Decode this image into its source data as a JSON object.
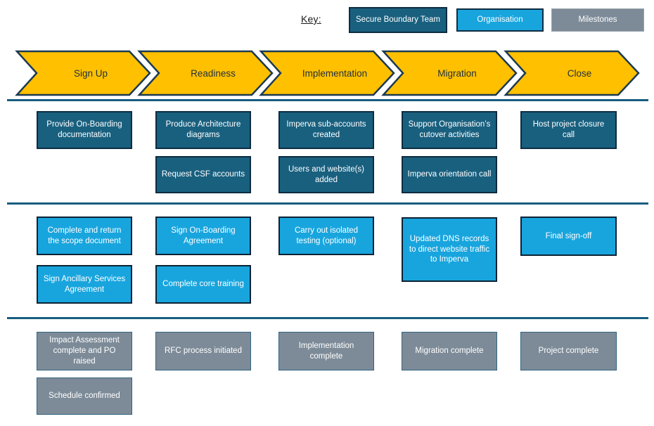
{
  "key": {
    "label": "Key:",
    "items": [
      {
        "label": "Secure Boundary Team",
        "fill": "#19607f",
        "border": "#0d2c41"
      },
      {
        "label": "Organisation",
        "fill": "#18a5de",
        "border": "#0d2c41"
      },
      {
        "label": "Milestones",
        "fill": "#7d8b98",
        "border": "#9aa4ac"
      }
    ]
  },
  "phases": [
    "Sign Up",
    "Readiness",
    "Implementation",
    "Migration",
    "Close"
  ],
  "phase_arrow_color": "#ffc000",
  "phase_arrow_border": "#1b3a52",
  "divider_color": "#175d80",
  "lanes": [
    {
      "name": "Secure Boundary Team",
      "boxes": [
        {
          "label": "Provide On-Boarding documentation"
        },
        {
          "label": "Produce Architecture diagrams"
        },
        {
          "label": "Request CSF accounts"
        },
        {
          "label": "Imperva sub-accounts created"
        },
        {
          "label": "Users and website(s) added"
        },
        {
          "label": "Support Organisation’s cutover activities"
        },
        {
          "label": "Imperva orientation call"
        },
        {
          "label": "Host project closure call"
        }
      ]
    },
    {
      "name": "Organisation",
      "boxes": [
        {
          "label": "Complete and return the scope document"
        },
        {
          "label": "Sign Ancillary Services Agreement"
        },
        {
          "label": "Sign On-Boarding Agreement"
        },
        {
          "label": "Complete core training"
        },
        {
          "label": "Carry out isolated testing (optional)"
        },
        {
          "label": "Updated DNS records to direct website traffic to Imperva"
        },
        {
          "label": "Final sign-off"
        }
      ]
    },
    {
      "name": "Milestones",
      "boxes": [
        {
          "label": "Impact Assessment complete and PO raised"
        },
        {
          "label": "Schedule confirmed"
        },
        {
          "label": "RFC process initiated"
        },
        {
          "label": "Implementation complete"
        },
        {
          "label": "Migration complete"
        },
        {
          "label": "Project complete"
        }
      ]
    }
  ]
}
